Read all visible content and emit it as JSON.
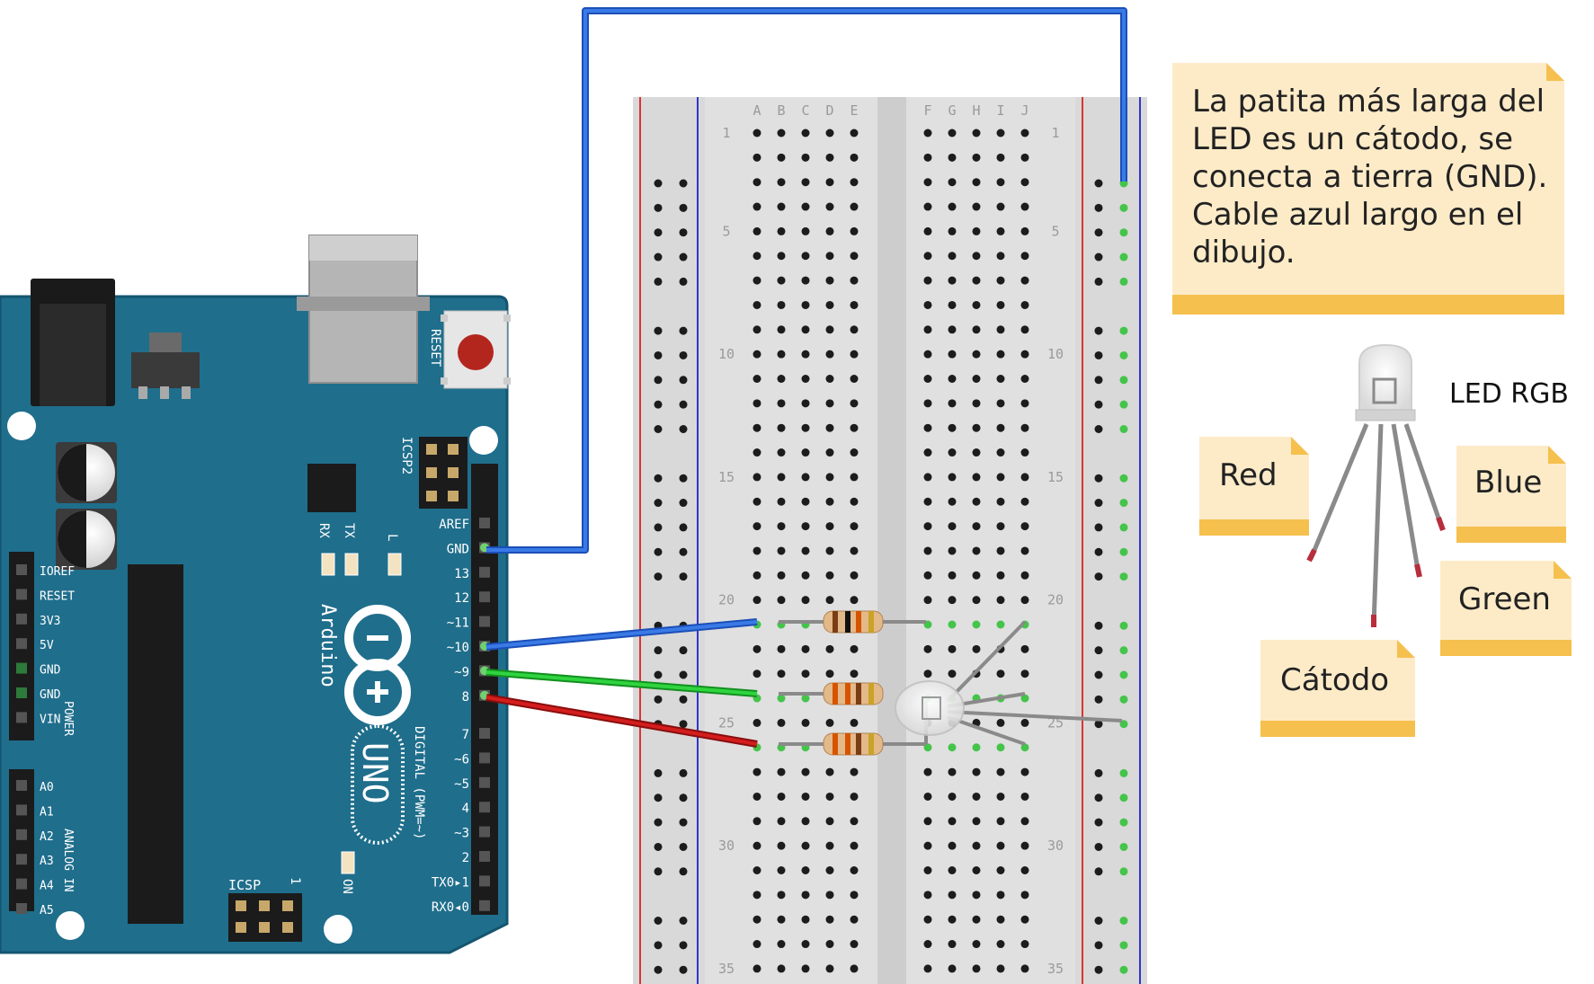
{
  "note": {
    "lines": [
      "La patita más larga del",
      "LED es un cátodo, se",
      "conecta a tierra (GND).",
      "Cable azul largo en el",
      "dibujo."
    ]
  },
  "led_diagram": {
    "title": "LED RGB",
    "labels": {
      "red": "Red",
      "blue": "Blue",
      "green": "Green",
      "cathode": "Cátodo"
    }
  },
  "arduino": {
    "board_name": "Arduino",
    "model": "UNO",
    "reset": "RESET",
    "icsp2": "ICSP2",
    "icsp": "ICSP",
    "icsp_pin1": "1",
    "led_tx": "TX",
    "led_rx": "RX",
    "led_l": "L",
    "led_on": "ON",
    "power_title": "POWER",
    "analog_title": "ANALOG IN",
    "digital_title": "DIGITAL (PWM=~)",
    "power_pins": [
      "IOREF",
      "RESET",
      "3V3",
      "5V",
      "GND",
      "GND",
      "VIN"
    ],
    "analog_pins": [
      "A0",
      "A1",
      "A2",
      "A3",
      "A4",
      "A5"
    ],
    "digital_top": [
      "AREF",
      "GND",
      "13",
      "12",
      "~11",
      "~10",
      "~9",
      "8"
    ],
    "digital_bottom": [
      "7",
      "~6",
      "~5",
      "4",
      "~3",
      "2",
      "TX0▸1",
      "RX0◂0"
    ]
  },
  "breadboard": {
    "columns_left": [
      "A",
      "B",
      "C",
      "D",
      "E"
    ],
    "columns_right": [
      "F",
      "G",
      "H",
      "I",
      "J"
    ],
    "row_numbers": [
      "1",
      "5",
      "10",
      "15",
      "20",
      "25",
      "30",
      "35"
    ]
  },
  "colors": {
    "board": "#1f6e8c",
    "wire_blue": "#1f5fd0",
    "wire_green": "#1bb52a",
    "wire_red": "#b01515",
    "note_bg": "#fdebc8",
    "note_band": "#f6c04e"
  }
}
